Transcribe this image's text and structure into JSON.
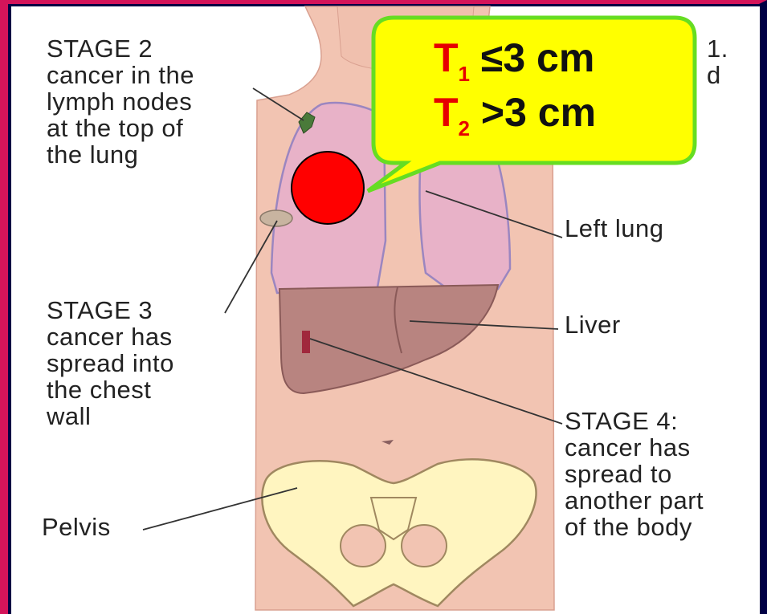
{
  "labels": {
    "stage2": "STAGE 2\ncancer in the\nlymph nodes\nat the top of\nthe lung",
    "stage1_partial": "1.\nd",
    "left_lung": "Left lung",
    "stage3": "STAGE 3\ncancer has\nspread into\nthe chest\nwall",
    "liver": "Liver",
    "stage4": "STAGE 4:\ncancer has\nspread to\nanother part\nof the body",
    "pelvis": "Pelvis"
  },
  "callout": {
    "row1": {
      "symbol": "T",
      "subscript": "1",
      "text": " ≤3 cm"
    },
    "row2": {
      "symbol": "T",
      "subscript": "2",
      "text": " >3 cm"
    }
  },
  "colors": {
    "border": "#d4145a",
    "background": "#000044",
    "callout_fill": "#ffff00",
    "callout_border": "#66dd22",
    "tumor": "#ff0000",
    "skin": "#f2c4b2",
    "lung": "#e8b2c8",
    "liver": "#b88480",
    "bone": "#fff5c0"
  }
}
